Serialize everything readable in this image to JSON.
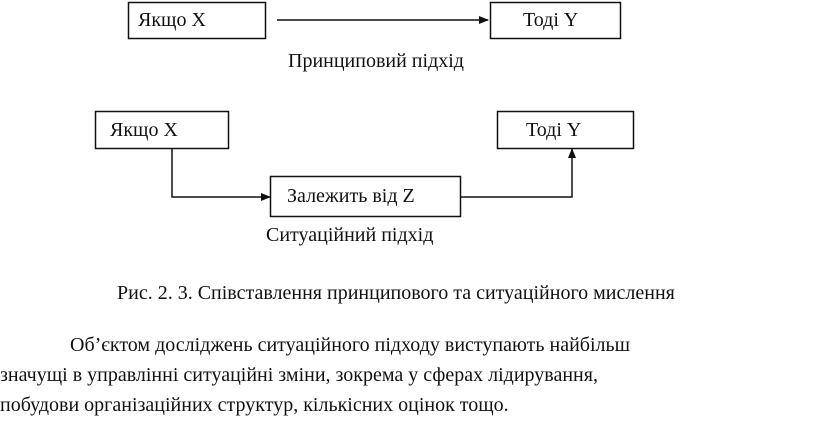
{
  "diagram1": {
    "if_box": "Якщо X",
    "then_box": "Тоді Y",
    "label": "Принциповий підхід"
  },
  "diagram2": {
    "if_box": "Якщо X",
    "then_box": "Тоді Y",
    "depends_box": "Залежить від Z",
    "label": "Ситуаційний підхід"
  },
  "caption": "Рис. 2. 3. Співставлення принципового та ситуаційного мислення",
  "paragraph": [
    "Об’єктом досліджень ситуаційного підходу виступають найбільш",
    "значущі в управлінні ситуаційні зміни, зокрема у сферах лідирування,",
    "побудови організаційних структур, кількісних оцінок тощо."
  ]
}
